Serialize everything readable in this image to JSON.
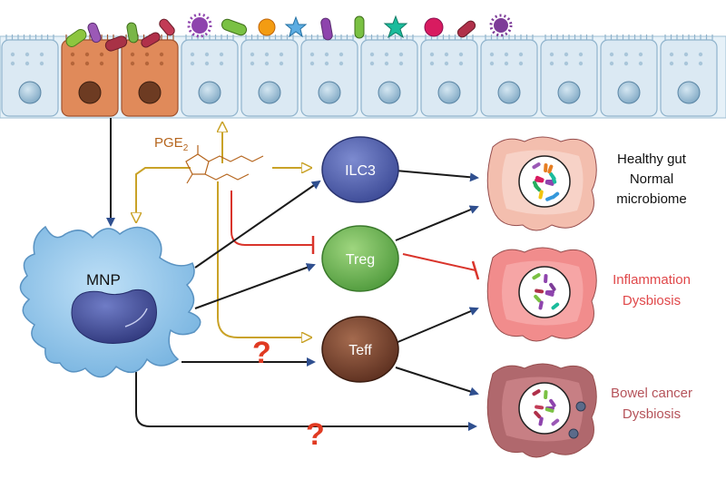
{
  "diagram": {
    "pge2": {
      "base": "PGE",
      "sub": "2"
    },
    "cells": {
      "mnp": "MNP",
      "ilc3": "ILC3",
      "treg": "Treg",
      "teff": "Teff"
    },
    "unknown_mark": "?",
    "outcomes": {
      "healthy": {
        "line1": "Healthy gut",
        "line2": "Normal",
        "line3": "microbiome"
      },
      "inflammation": {
        "line1": "Inflammation",
        "line2": "Dysbiosis"
      },
      "cancer": {
        "line1": "Bowel cancer",
        "line2": "Dysbiosis"
      }
    },
    "colors": {
      "pge2_pathway": "#c9a227",
      "inhibition": "#d9342b",
      "activation": "#1a1a1a",
      "arrowhead": "#2f4f8f",
      "healthy_text": "#111111",
      "inflammation_text": "#e0484a",
      "cancer_text": "#b5535a",
      "question_mark": "#e03a22"
    }
  }
}
